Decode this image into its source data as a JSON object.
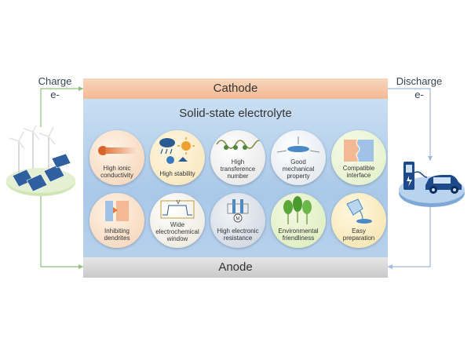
{
  "labels": {
    "charge": "Charge",
    "charge_e": "e-",
    "discharge": "Discharge",
    "discharge_e": "e-",
    "cathode": "Cathode",
    "anode": "Anode",
    "electrolyte": "Solid-state electrolyte"
  },
  "properties": [
    {
      "line1": "High ionic",
      "line2": "conductivity",
      "line3": ""
    },
    {
      "line1": "High stability",
      "line2": "",
      "line3": ""
    },
    {
      "line1": "High",
      "line2": "transference",
      "line3": "number"
    },
    {
      "line1": "Good",
      "line2": "mechanical",
      "line3": "property"
    },
    {
      "line1": "Compatible",
      "line2": "interface",
      "line3": ""
    },
    {
      "line1": "Inhibiting",
      "line2": "dendrites",
      "line3": ""
    },
    {
      "line1": "Wide",
      "line2": "electrochemical",
      "line3": "window"
    },
    {
      "line1": "High electronic",
      "line2": "resistance",
      "line3": ""
    },
    {
      "line1": "Environmental",
      "line2": "friendliness",
      "line3": ""
    },
    {
      "line1": "Easy",
      "line2": "preparation",
      "line3": ""
    }
  ],
  "icon_texts": {
    "window_v": "V",
    "resistance_m": "M"
  },
  "icons": [
    "ion-beam-icon",
    "weather-icon",
    "ion-wave-icon",
    "pressure-disc-icon",
    "interface-icon",
    "dendrite-block-icon",
    "voltage-window-icon",
    "resistance-meter-icon",
    "trees-icon",
    "flask-pour-icon",
    "wind-solar-icon",
    "ev-charging-icon"
  ],
  "colors": {
    "cathode": "#f2b994",
    "anode": "#c9c9c9",
    "electrolyte": "#a9c8e8",
    "charge_line": "#8fc07a",
    "discharge_line": "#9fb8d8"
  }
}
